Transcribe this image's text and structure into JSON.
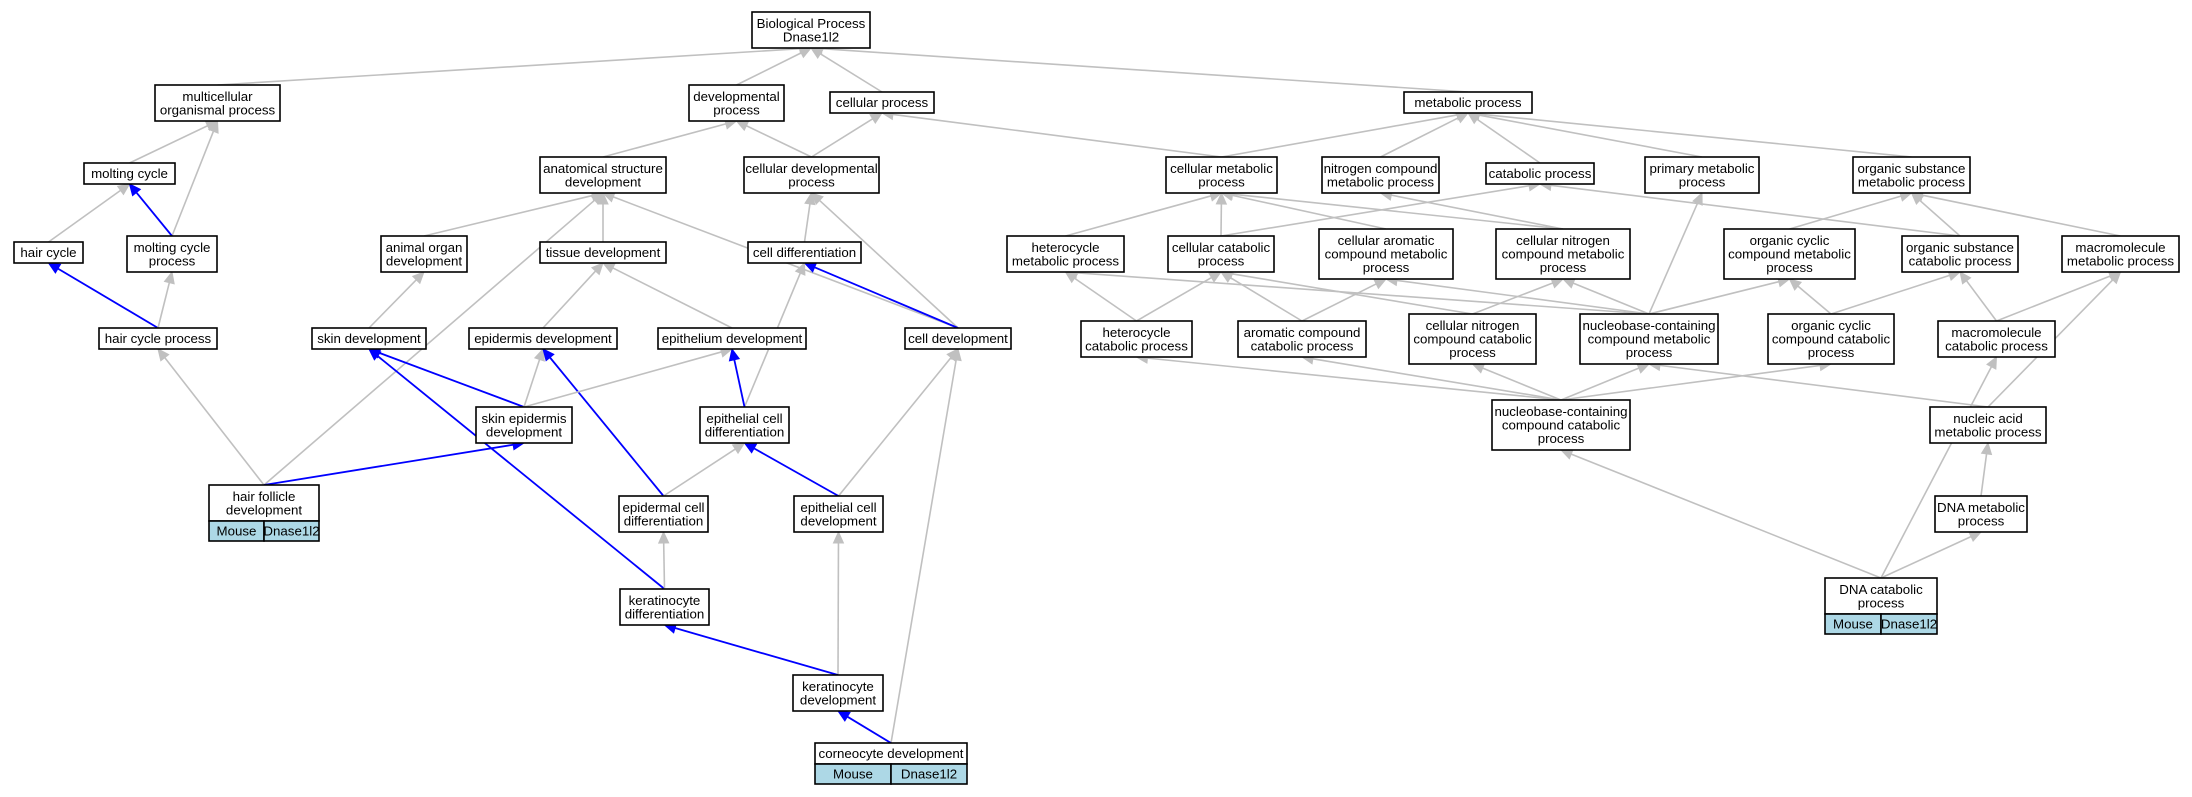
{
  "nodes": [
    {
      "id": "bp",
      "lines": [
        "Biological Process",
        "Dnase1l2"
      ]
    },
    {
      "id": "mop",
      "lines": [
        "multicellular",
        "organismal process"
      ]
    },
    {
      "id": "dp",
      "lines": [
        "developmental",
        "process"
      ]
    },
    {
      "id": "cp",
      "lines": [
        "cellular process"
      ]
    },
    {
      "id": "mp",
      "lines": [
        "metabolic process"
      ]
    },
    {
      "id": "mc",
      "lines": [
        "molting cycle"
      ]
    },
    {
      "id": "asd",
      "lines": [
        "anatomical structure",
        "development"
      ]
    },
    {
      "id": "cdp",
      "lines": [
        "cellular developmental",
        "process"
      ]
    },
    {
      "id": "cmp",
      "lines": [
        "cellular metabolic",
        "process"
      ]
    },
    {
      "id": "ncmp",
      "lines": [
        "nitrogen compound",
        "metabolic process"
      ]
    },
    {
      "id": "catp",
      "lines": [
        "catabolic process"
      ]
    },
    {
      "id": "pmp",
      "lines": [
        "primary metabolic",
        "process"
      ]
    },
    {
      "id": "osmp",
      "lines": [
        "organic substance",
        "metabolic process"
      ]
    },
    {
      "id": "hc",
      "lines": [
        "hair cycle"
      ]
    },
    {
      "id": "mcp",
      "lines": [
        "molting cycle",
        "process"
      ]
    },
    {
      "id": "aod",
      "lines": [
        "animal organ",
        "development"
      ]
    },
    {
      "id": "td",
      "lines": [
        "tissue development"
      ]
    },
    {
      "id": "cd",
      "lines": [
        "cell differentiation"
      ]
    },
    {
      "id": "hmp",
      "lines": [
        "heterocycle",
        "metabolic process"
      ]
    },
    {
      "id": "ccp",
      "lines": [
        "cellular catabolic",
        "process"
      ]
    },
    {
      "id": "cacmp",
      "lines": [
        "cellular aromatic",
        "compound metabolic",
        "process"
      ]
    },
    {
      "id": "cncmp",
      "lines": [
        "cellular nitrogen",
        "compound metabolic",
        "process"
      ]
    },
    {
      "id": "occmp",
      "lines": [
        "organic cyclic",
        "compound metabolic",
        "process"
      ]
    },
    {
      "id": "oscp",
      "lines": [
        "organic substance",
        "catabolic process"
      ]
    },
    {
      "id": "mmp",
      "lines": [
        "macromolecule",
        "metabolic process"
      ]
    },
    {
      "id": "hcp",
      "lines": [
        "hair cycle process"
      ]
    },
    {
      "id": "skd",
      "lines": [
        "skin development"
      ]
    },
    {
      "id": "epd",
      "lines": [
        "epidermis development"
      ]
    },
    {
      "id": "etd",
      "lines": [
        "epithelium development"
      ]
    },
    {
      "id": "celld",
      "lines": [
        "cell development"
      ]
    },
    {
      "id": "hetcp",
      "lines": [
        "heterocycle",
        "catabolic process"
      ]
    },
    {
      "id": "acp",
      "lines": [
        "aromatic compound",
        "catabolic process"
      ]
    },
    {
      "id": "cnccp",
      "lines": [
        "cellular nitrogen",
        "compound catabolic",
        "process"
      ]
    },
    {
      "id": "nccmp",
      "lines": [
        "nucleobase-containing",
        "compound metabolic",
        "process"
      ]
    },
    {
      "id": "occp",
      "lines": [
        "organic cyclic",
        "compound catabolic",
        "process"
      ]
    },
    {
      "id": "mcatp",
      "lines": [
        "macromolecule",
        "catabolic process"
      ]
    },
    {
      "id": "sed",
      "lines": [
        "skin epidermis",
        "development"
      ]
    },
    {
      "id": "ecd",
      "lines": [
        "epithelial cell",
        "differentiation"
      ]
    },
    {
      "id": "ncccp",
      "lines": [
        "nucleobase-containing",
        "compound catabolic",
        "process"
      ]
    },
    {
      "id": "namp",
      "lines": [
        "nucleic acid",
        "metabolic process"
      ]
    },
    {
      "id": "hfd",
      "lines": [
        "hair follicle",
        "development"
      ],
      "annotation": [
        "Mouse",
        "Dnase1l2"
      ]
    },
    {
      "id": "edcd",
      "lines": [
        "epidermal cell",
        "differentiation"
      ]
    },
    {
      "id": "ecdev",
      "lines": [
        "epithelial cell",
        "development"
      ]
    },
    {
      "id": "dnamp",
      "lines": [
        "DNA metabolic",
        "process"
      ]
    },
    {
      "id": "kd",
      "lines": [
        "keratinocyte",
        "differentiation"
      ]
    },
    {
      "id": "dnacp",
      "lines": [
        "DNA catabolic",
        "process"
      ],
      "annotation": [
        "Mouse",
        "Dnase1l2"
      ]
    },
    {
      "id": "kdev",
      "lines": [
        "keratinocyte",
        "development"
      ]
    },
    {
      "id": "corn",
      "lines": [
        "corneocyte development"
      ],
      "annotation": [
        "Mouse",
        "Dnase1l2"
      ]
    }
  ],
  "edges": [
    {
      "from": "mop",
      "to": "bp",
      "color": "gray"
    },
    {
      "from": "dp",
      "to": "bp",
      "color": "gray"
    },
    {
      "from": "cp",
      "to": "bp",
      "color": "gray"
    },
    {
      "from": "mp",
      "to": "bp",
      "color": "gray"
    },
    {
      "from": "mc",
      "to": "mop",
      "color": "gray"
    },
    {
      "from": "mcp",
      "to": "mop",
      "color": "gray"
    },
    {
      "from": "asd",
      "to": "dp",
      "color": "gray"
    },
    {
      "from": "cdp",
      "to": "dp",
      "color": "gray"
    },
    {
      "from": "cdp",
      "to": "cp",
      "color": "gray"
    },
    {
      "from": "cmp",
      "to": "cp",
      "color": "gray"
    },
    {
      "from": "cmp",
      "to": "mp",
      "color": "gray"
    },
    {
      "from": "ncmp",
      "to": "mp",
      "color": "gray"
    },
    {
      "from": "catp",
      "to": "mp",
      "color": "gray"
    },
    {
      "from": "pmp",
      "to": "mp",
      "color": "gray"
    },
    {
      "from": "osmp",
      "to": "mp",
      "color": "gray"
    },
    {
      "from": "hc",
      "to": "mc",
      "color": "gray"
    },
    {
      "from": "mcp",
      "to": "mc",
      "color": "blue"
    },
    {
      "from": "hcp",
      "to": "hc",
      "color": "blue"
    },
    {
      "from": "hcp",
      "to": "mcp",
      "color": "gray"
    },
    {
      "from": "aod",
      "to": "asd",
      "color": "gray"
    },
    {
      "from": "td",
      "to": "asd",
      "color": "gray"
    },
    {
      "from": "hfd",
      "to": "asd",
      "color": "gray"
    },
    {
      "from": "celld",
      "to": "asd",
      "color": "gray"
    },
    {
      "from": "cd",
      "to": "cdp",
      "color": "gray"
    },
    {
      "from": "celld",
      "to": "cdp",
      "color": "gray"
    },
    {
      "from": "skd",
      "to": "aod",
      "color": "gray"
    },
    {
      "from": "epd",
      "to": "td",
      "color": "gray"
    },
    {
      "from": "etd",
      "to": "td",
      "color": "gray"
    },
    {
      "from": "celld",
      "to": "cd",
      "color": "blue"
    },
    {
      "from": "ecd",
      "to": "cd",
      "color": "gray"
    },
    {
      "from": "hmp",
      "to": "cmp",
      "color": "gray"
    },
    {
      "from": "ccp",
      "to": "cmp",
      "color": "gray"
    },
    {
      "from": "cacmp",
      "to": "cmp",
      "color": "gray"
    },
    {
      "from": "cncmp",
      "to": "cmp",
      "color": "gray"
    },
    {
      "from": "cncmp",
      "to": "ncmp",
      "color": "gray"
    },
    {
      "from": "ccp",
      "to": "catp",
      "color": "gray"
    },
    {
      "from": "oscp",
      "to": "catp",
      "color": "gray"
    },
    {
      "from": "nccmp",
      "to": "pmp",
      "color": "gray"
    },
    {
      "from": "occmp",
      "to": "osmp",
      "color": "gray"
    },
    {
      "from": "oscp",
      "to": "osmp",
      "color": "gray"
    },
    {
      "from": "mmp",
      "to": "osmp",
      "color": "gray"
    },
    {
      "from": "hetcp",
      "to": "hmp",
      "color": "gray"
    },
    {
      "from": "nccmp",
      "to": "hmp",
      "color": "gray"
    },
    {
      "from": "hetcp",
      "to": "ccp",
      "color": "gray"
    },
    {
      "from": "acp",
      "to": "ccp",
      "color": "gray"
    },
    {
      "from": "cnccp",
      "to": "ccp",
      "color": "gray"
    },
    {
      "from": "acp",
      "to": "cacmp",
      "color": "gray"
    },
    {
      "from": "nccmp",
      "to": "cacmp",
      "color": "gray"
    },
    {
      "from": "cnccp",
      "to": "cncmp",
      "color": "gray"
    },
    {
      "from": "nccmp",
      "to": "cncmp",
      "color": "gray"
    },
    {
      "from": "nccmp",
      "to": "occmp",
      "color": "gray"
    },
    {
      "from": "occp",
      "to": "occmp",
      "color": "gray"
    },
    {
      "from": "occp",
      "to": "oscp",
      "color": "gray"
    },
    {
      "from": "mcatp",
      "to": "oscp",
      "color": "gray"
    },
    {
      "from": "mcatp",
      "to": "mmp",
      "color": "gray"
    },
    {
      "from": "namp",
      "to": "mmp",
      "color": "gray"
    },
    {
      "from": "hfd",
      "to": "hcp",
      "color": "gray"
    },
    {
      "from": "sed",
      "to": "skd",
      "color": "blue"
    },
    {
      "from": "kd",
      "to": "skd",
      "color": "blue"
    },
    {
      "from": "sed",
      "to": "epd",
      "color": "gray"
    },
    {
      "from": "edcd",
      "to": "epd",
      "color": "blue"
    },
    {
      "from": "sed",
      "to": "etd",
      "color": "gray"
    },
    {
      "from": "ecd",
      "to": "etd",
      "color": "blue"
    },
    {
      "from": "ecdev",
      "to": "celld",
      "color": "gray"
    },
    {
      "from": "corn",
      "to": "celld",
      "color": "gray"
    },
    {
      "from": "ncccp",
      "to": "hetcp",
      "color": "gray"
    },
    {
      "from": "ncccp",
      "to": "acp",
      "color": "gray"
    },
    {
      "from": "ncccp",
      "to": "cnccp",
      "color": "gray"
    },
    {
      "from": "ncccp",
      "to": "nccmp",
      "color": "gray"
    },
    {
      "from": "namp",
      "to": "nccmp",
      "color": "gray"
    },
    {
      "from": "ncccp",
      "to": "occp",
      "color": "gray"
    },
    {
      "from": "dnacp",
      "to": "mcatp",
      "color": "gray"
    },
    {
      "from": "hfd",
      "to": "sed",
      "color": "blue"
    },
    {
      "from": "edcd",
      "to": "ecd",
      "color": "gray"
    },
    {
      "from": "ecdev",
      "to": "ecd",
      "color": "blue"
    },
    {
      "from": "dnacp",
      "to": "ncccp",
      "color": "gray"
    },
    {
      "from": "dnamp",
      "to": "namp",
      "color": "gray"
    },
    {
      "from": "kd",
      "to": "edcd",
      "color": "gray"
    },
    {
      "from": "kdev",
      "to": "ecdev",
      "color": "gray"
    },
    {
      "from": "dnacp",
      "to": "dnamp",
      "color": "gray"
    },
    {
      "from": "kdev",
      "to": "kd",
      "color": "blue"
    },
    {
      "from": "corn",
      "to": "kdev",
      "color": "blue"
    }
  ]
}
